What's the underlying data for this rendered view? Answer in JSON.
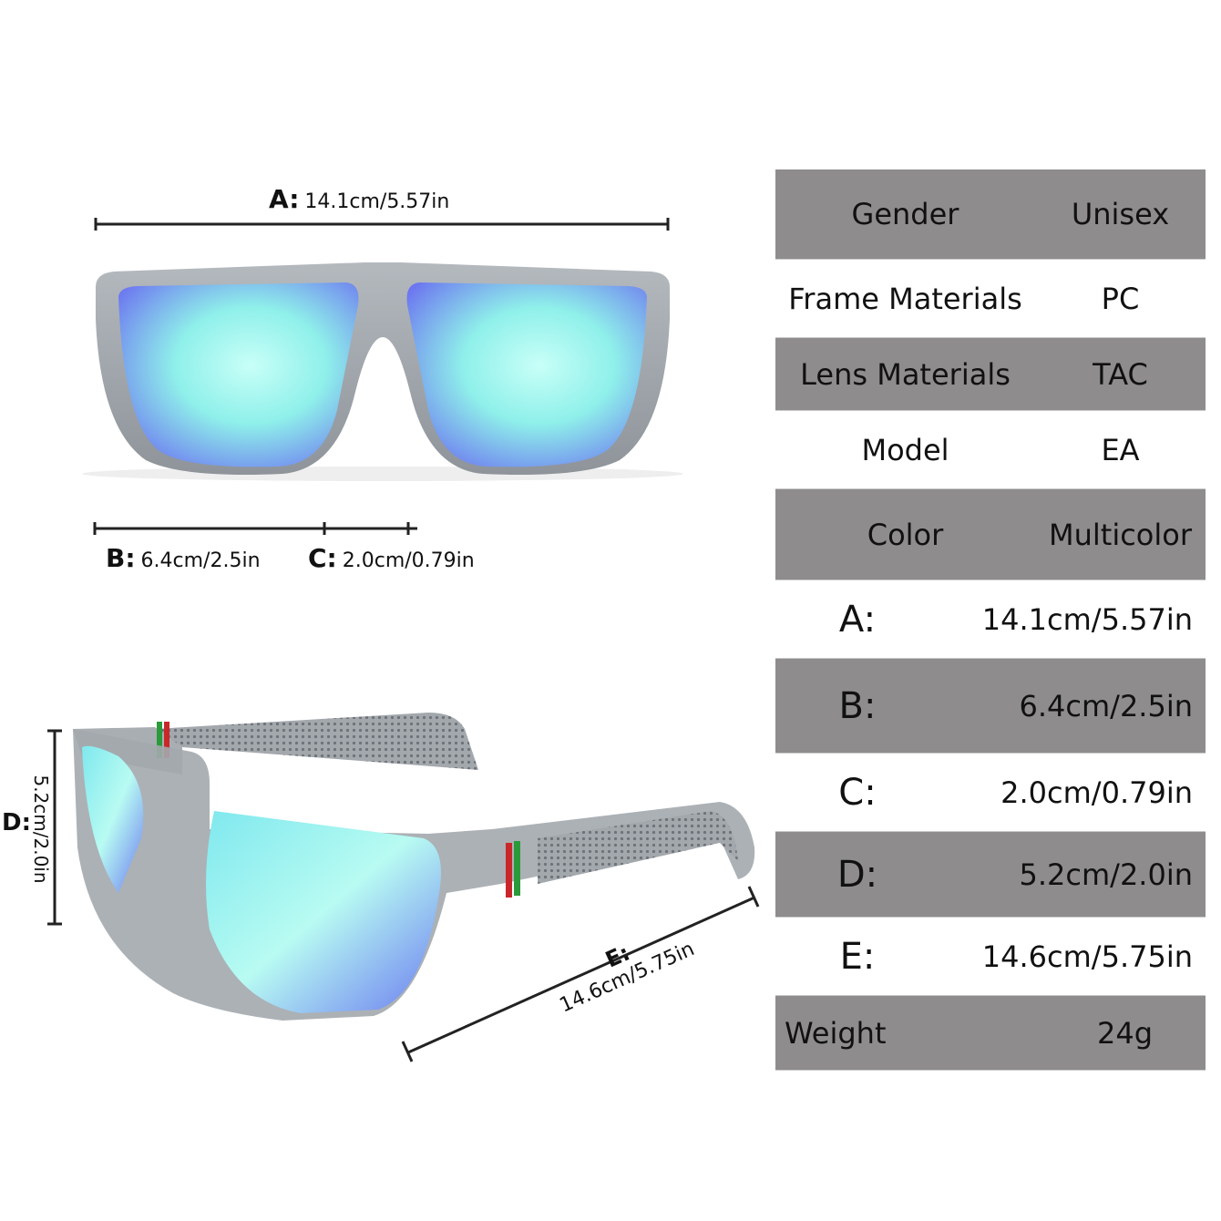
{
  "dimensions_front": {
    "a": {
      "letter": "A:",
      "value": "14.1cm/5.57in"
    },
    "b": {
      "letter": "B:",
      "value": "6.4cm/2.5in"
    },
    "c": {
      "letter": "C:",
      "value": "2.0cm/0.79in"
    }
  },
  "dimensions_side": {
    "d": {
      "letter": "D:",
      "value": "5.2cm/2.0in"
    },
    "e": {
      "letter": "E:",
      "value": "14.6cm/5.75in"
    }
  },
  "spec_table": [
    {
      "key": "Gender",
      "value": "Unisex",
      "shade": "gray"
    },
    {
      "key": "Frame Materials",
      "value": "PC",
      "shade": "white"
    },
    {
      "key": "Lens Materials",
      "value": "TAC",
      "shade": "gray"
    },
    {
      "key": "Model",
      "value": "EA",
      "shade": "white"
    },
    {
      "key": "Color",
      "value": "Multicolor",
      "shade": "gray"
    },
    {
      "key": "A:",
      "value": "14.1cm/5.57in",
      "shade": "white"
    },
    {
      "key": "B:",
      "value": "6.4cm/2.5in",
      "shade": "gray"
    },
    {
      "key": "C:",
      "value": "2.0cm/0.79in",
      "shade": "white"
    },
    {
      "key": "D:",
      "value": "5.2cm/2.0in",
      "shade": "gray"
    },
    {
      "key": "E:",
      "value": "14.6cm/5.75in",
      "shade": "white"
    },
    {
      "key": "Weight",
      "value": "24g",
      "shade": "gray"
    }
  ],
  "colors": {
    "table_gray": "#8e8c8c",
    "frame_gray": "#9aa0a6",
    "lens_cyan": "#8ff0ea",
    "lens_blue": "#6a6ef0"
  }
}
